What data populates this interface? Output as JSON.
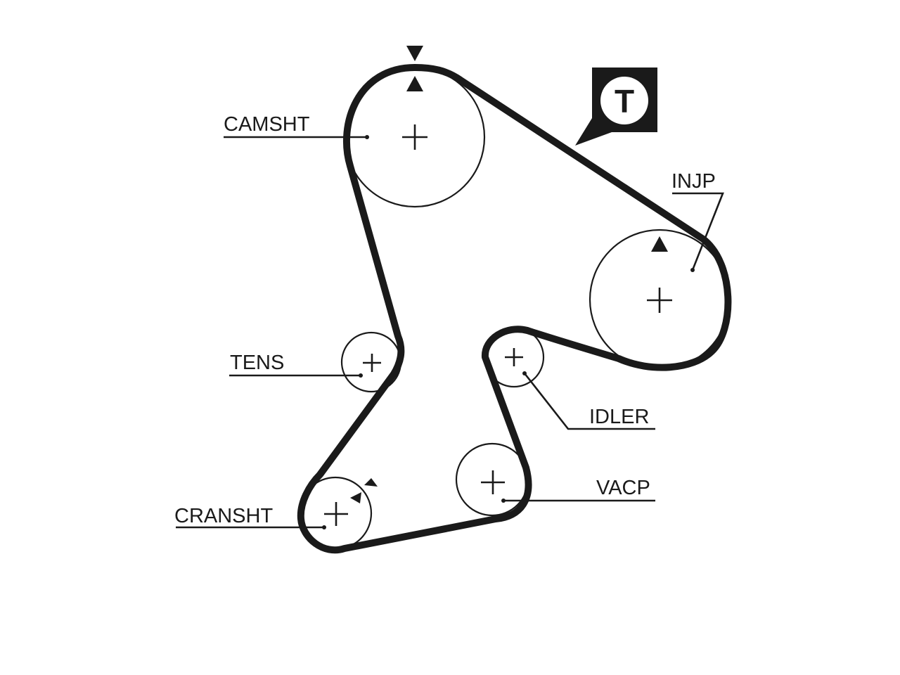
{
  "labels": {
    "camsht": "CAMSHT",
    "injp": "INJP",
    "tens": "TENS",
    "idler": "IDLER",
    "vacp": "VACP",
    "cransht": "CRANSHT"
  },
  "tension_badge": "T",
  "colors": {
    "ink": "#1a1a1a",
    "background": "#ffffff"
  }
}
